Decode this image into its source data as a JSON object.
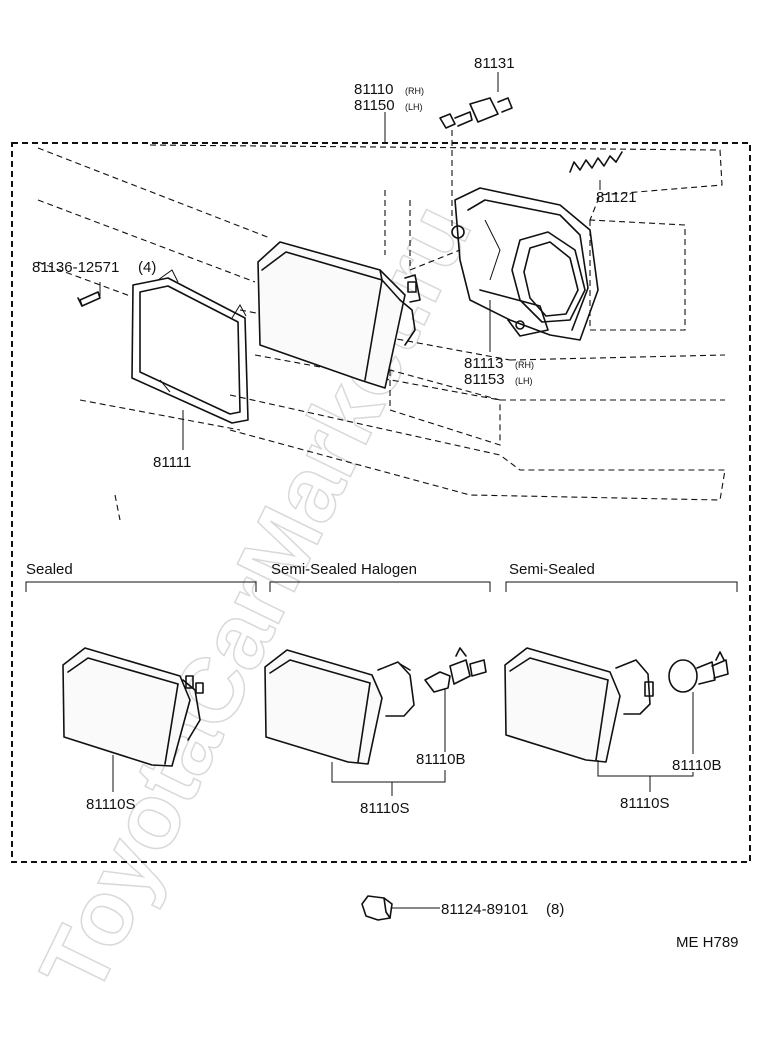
{
  "watermark": "ToyotaCarMarket.ru",
  "diagram_code": "ME H789",
  "top_parts": {
    "bulb_socket": "81131",
    "headlamp_assy_rh": "81110",
    "headlamp_assy_rh_side": "(RH)",
    "headlamp_assy_lh": "81150",
    "headlamp_assy_lh_side": "(LH)",
    "spring": "81121",
    "screw": "81136-12571",
    "screw_qty": "(4)",
    "housing_rh": "81113",
    "housing_rh_side": "(RH)",
    "housing_lh": "81153",
    "housing_lh_side": "(LH)",
    "retaining_ring": "81111"
  },
  "variants": [
    {
      "label": "Sealed",
      "unit": "81110S",
      "bulb": ""
    },
    {
      "label": "Semi-Sealed Halogen",
      "unit": "81110S",
      "bulb": "81110B"
    },
    {
      "label": "Semi-Sealed",
      "unit": "81110S",
      "bulb": "81110B"
    }
  ],
  "clip": {
    "part": "81124-89101",
    "qty": "(8)"
  }
}
